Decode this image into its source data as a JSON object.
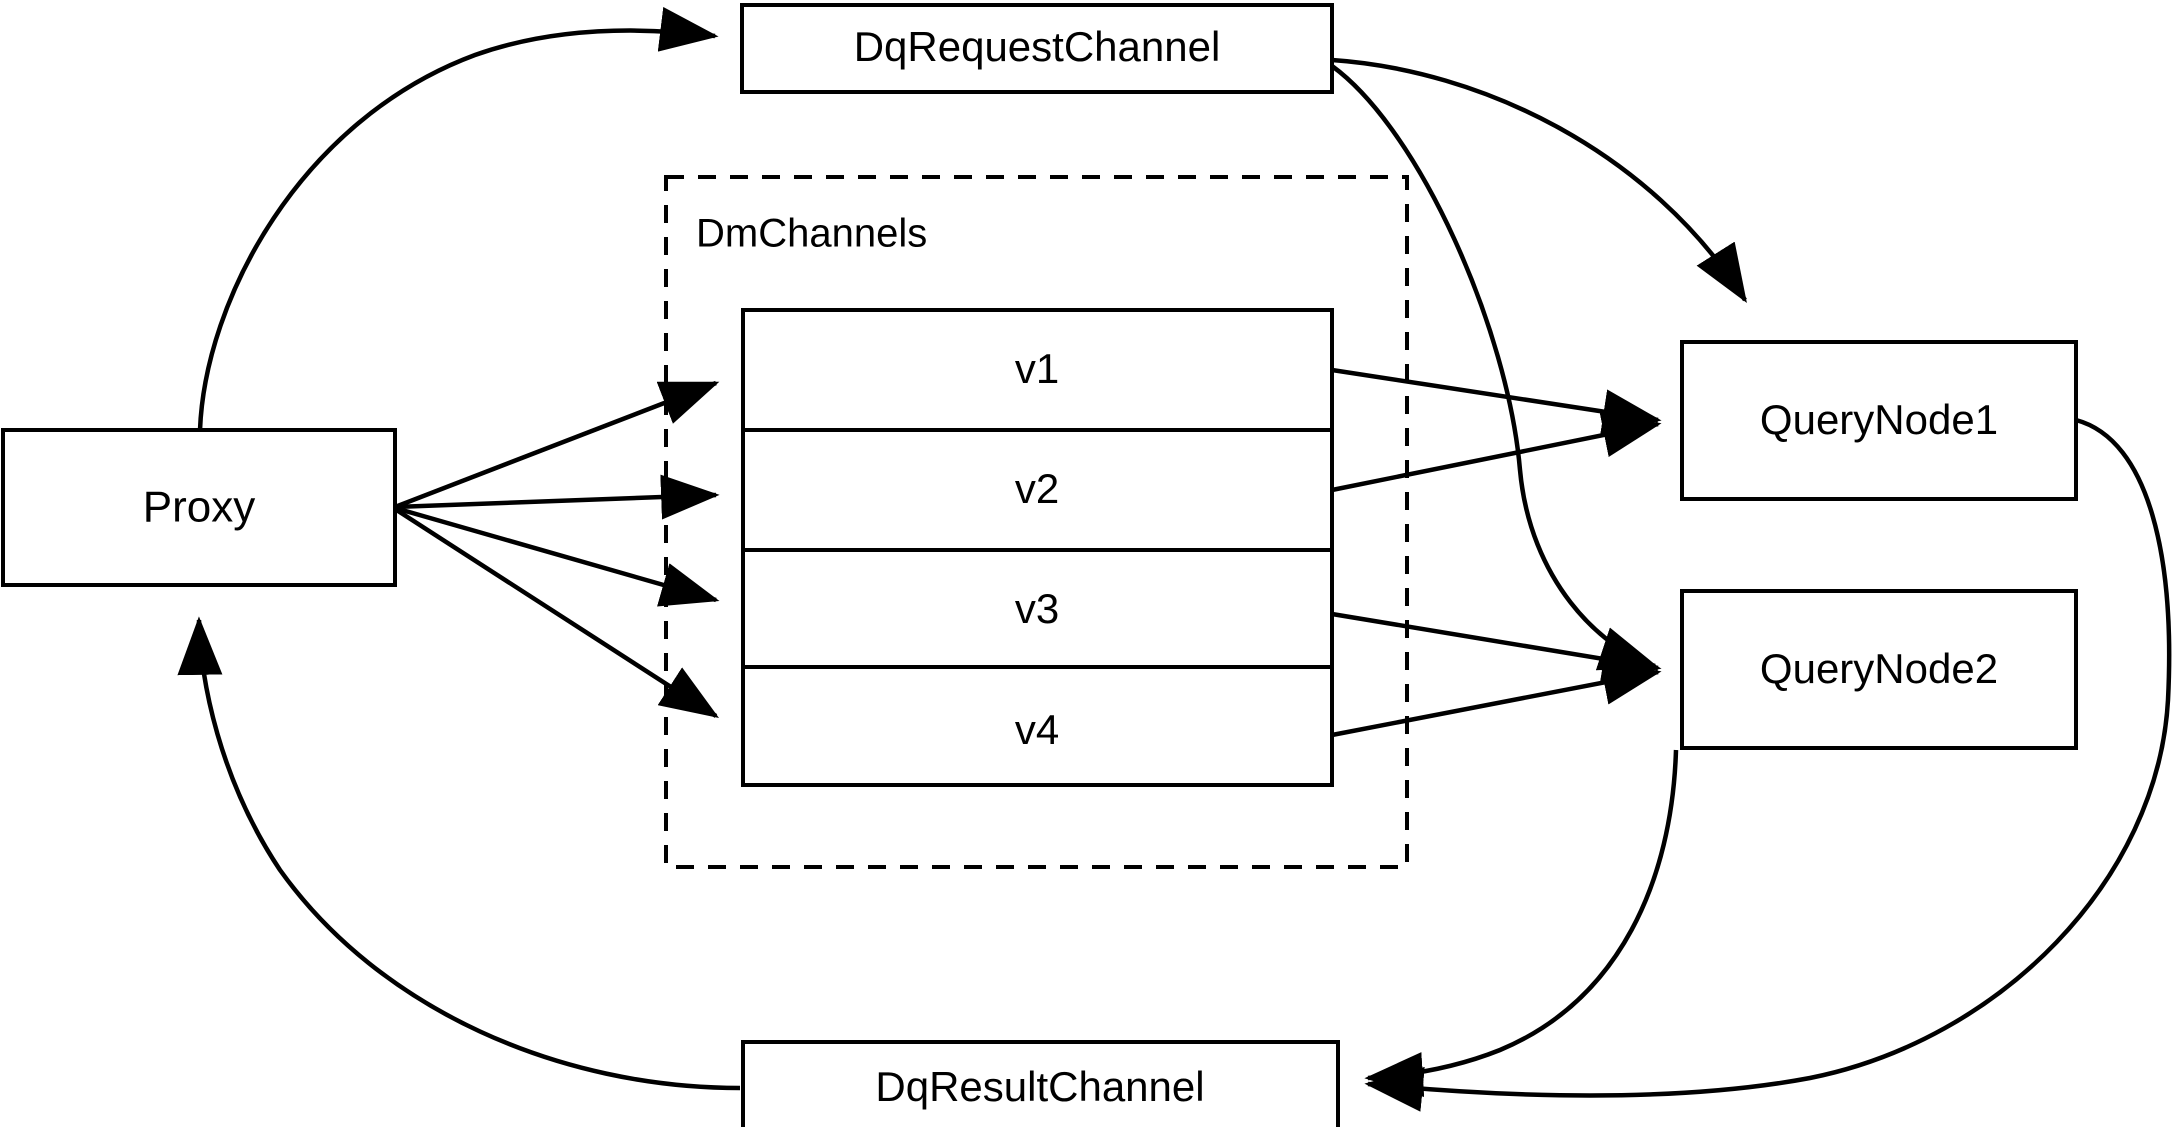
{
  "diagram": {
    "title": "Milvus distributed query channel flow",
    "background_color": "#ffffff",
    "stroke_color": "#000000",
    "nodes": {
      "proxy": {
        "label": "Proxy"
      },
      "dq_request_channel": {
        "label": "DqRequestChannel"
      },
      "dq_result_channel": {
        "label": "DqResultChannel"
      },
      "query_node_1": {
        "label": "QueryNode1"
      },
      "query_node_2": {
        "label": "QueryNode2"
      },
      "dm_channels_group": {
        "label": "DmChannels"
      },
      "channels": [
        {
          "label": "v1"
        },
        {
          "label": "v2"
        },
        {
          "label": "v3"
        },
        {
          "label": "v4"
        }
      ]
    },
    "edges": [
      {
        "from": "Proxy",
        "to": "DqRequestChannel",
        "style": "curved-arrow"
      },
      {
        "from": "Proxy",
        "to": "v1",
        "style": "straight-arrow"
      },
      {
        "from": "Proxy",
        "to": "v2",
        "style": "straight-arrow"
      },
      {
        "from": "Proxy",
        "to": "v3",
        "style": "straight-arrow"
      },
      {
        "from": "Proxy",
        "to": "v4",
        "style": "straight-arrow"
      },
      {
        "from": "DqRequestChannel",
        "to": "QueryNode1",
        "style": "curved-arrow"
      },
      {
        "from": "DqRequestChannel",
        "to": "QueryNode2",
        "style": "curved-arrow"
      },
      {
        "from": "v1",
        "to": "QueryNode1",
        "style": "straight-arrow"
      },
      {
        "from": "v2",
        "to": "QueryNode1",
        "style": "straight-arrow"
      },
      {
        "from": "v3",
        "to": "QueryNode2",
        "style": "straight-arrow"
      },
      {
        "from": "v4",
        "to": "QueryNode2",
        "style": "straight-arrow"
      },
      {
        "from": "QueryNode1",
        "to": "DqResultChannel",
        "style": "curved-arrow"
      },
      {
        "from": "QueryNode2",
        "to": "DqResultChannel",
        "style": "curved-arrow"
      },
      {
        "from": "DqResultChannel",
        "to": "Proxy",
        "style": "curved-arrow"
      }
    ]
  }
}
